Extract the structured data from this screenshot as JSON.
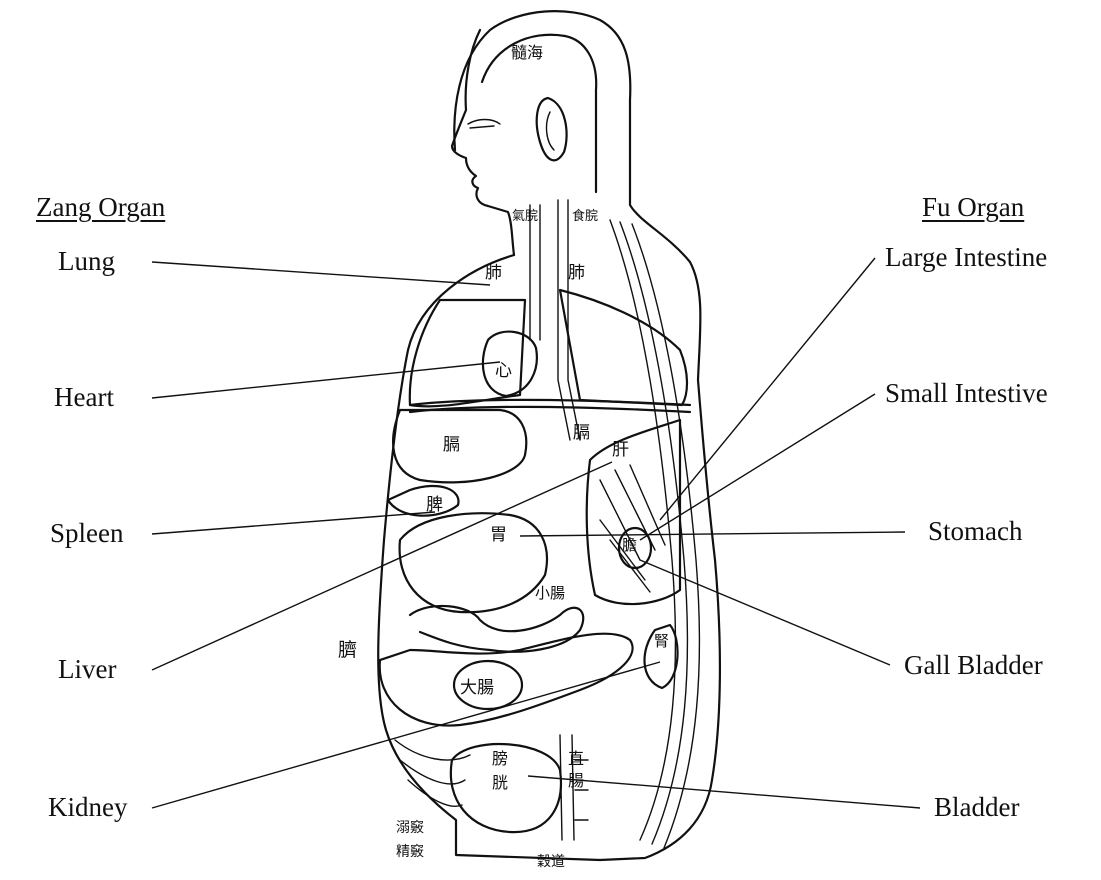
{
  "headings": {
    "zang": "Zang Organ",
    "fu": "Fu Organ"
  },
  "zang_organs": [
    "Lung",
    "Heart",
    "Spleen",
    "Liver",
    "Kidney"
  ],
  "fu_organs": [
    "Large Intestine",
    "Small Intestive",
    "Stomach",
    "Gall Bladder",
    "Bladder"
  ],
  "chinese_labels": {
    "brain": "髓海",
    "qi_tube_left": "氣脘",
    "qi_tube_right": "食脘",
    "lung_left": "肺",
    "lung_right": "肺",
    "heart": "心",
    "diaphragm_left": "膈",
    "diaphragm_right": "膈",
    "liver": "肝",
    "spleen": "脾",
    "stomach": "胃",
    "gallbladder": "膽",
    "small_intestine": "小腸",
    "navel": "臍",
    "kidney": "腎",
    "large_intestine": "大腸",
    "bladder": "膀胱",
    "rectum": "直腸",
    "anus": "穀道",
    "urethra": "溺竅",
    "seminal": "精竅"
  }
}
